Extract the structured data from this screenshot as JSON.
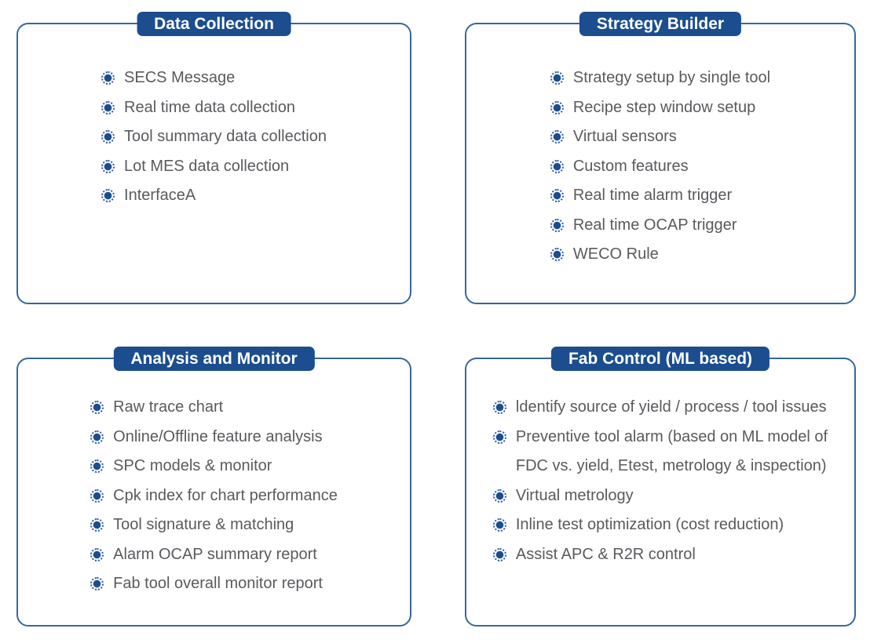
{
  "colors": {
    "banner_background": "#1C4D8E",
    "banner_text": "#FFFFFF",
    "card_border": "#38679E",
    "item_text": "#595A5E",
    "bullet_dot": "#1C4D8E",
    "bullet_ring": "#2A5AA4",
    "page_background": "#FFFFFF"
  },
  "bullet_icon": "target-dot-icon",
  "cards": [
    {
      "id": "data-collection",
      "title": "Data Collection",
      "items": [
        {
          "lines": [
            "SECS Message"
          ]
        },
        {
          "lines": [
            "Real time data collection"
          ]
        },
        {
          "lines": [
            "Tool summary data collection"
          ]
        },
        {
          "lines": [
            "Lot MES data collection"
          ]
        },
        {
          "lines": [
            "InterfaceA"
          ]
        }
      ]
    },
    {
      "id": "strategy-builder",
      "title": "Strategy Builder",
      "items": [
        {
          "lines": [
            "Strategy setup by single tool"
          ]
        },
        {
          "lines": [
            "Recipe step window setup"
          ]
        },
        {
          "lines": [
            "Virtual sensors"
          ]
        },
        {
          "lines": [
            "Custom features"
          ]
        },
        {
          "lines": [
            "Real time alarm trigger"
          ]
        },
        {
          "lines": [
            "Real time OCAP trigger"
          ]
        },
        {
          "lines": [
            "WECO Rule"
          ]
        }
      ]
    },
    {
      "id": "analysis-and-monitor",
      "title": "Analysis and Monitor",
      "items": [
        {
          "lines": [
            "Raw trace chart"
          ]
        },
        {
          "lines": [
            "Online/Offline feature analysis"
          ]
        },
        {
          "lines": [
            "SPC models & monitor"
          ]
        },
        {
          "lines": [
            "Cpk index for chart performance"
          ]
        },
        {
          "lines": [
            "Tool signature & matching"
          ]
        },
        {
          "lines": [
            "Alarm OCAP summary report"
          ]
        },
        {
          "lines": [
            "Fab tool overall monitor report"
          ]
        }
      ]
    },
    {
      "id": "fab-control-ml-based",
      "title": "Fab Control (ML based)",
      "items": [
        {
          "lines": [
            "ldentify source of yield / process / tool issues"
          ]
        },
        {
          "lines": [
            "Preventive tool alarm (based on ML model of",
            "FDC vs. yield, Etest, metrology & inspection)"
          ]
        },
        {
          "lines": [
            "Virtual metrology"
          ]
        },
        {
          "lines": [
            "Inline test optimization (cost reduction)"
          ]
        },
        {
          "lines": [
            "Assist APC & R2R control"
          ]
        }
      ]
    }
  ]
}
